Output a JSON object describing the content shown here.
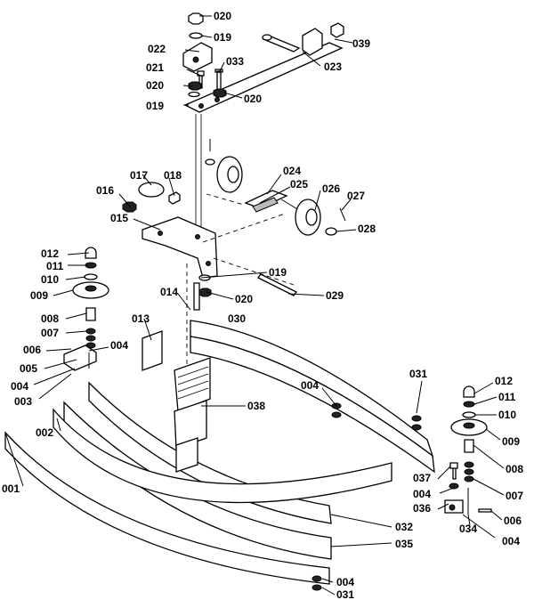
{
  "part_labels": [
    "020",
    "019",
    "022",
    "039",
    "033",
    "021",
    "023",
    "020",
    "020",
    "019",
    "024",
    "017",
    "018",
    "025",
    "016",
    "026",
    "027",
    "015",
    "028",
    "012",
    "011",
    "010",
    "009",
    "019",
    "020",
    "029",
    "014",
    "030",
    "008",
    "013",
    "007",
    "006",
    "004",
    "005",
    "004",
    "003",
    "038",
    "031",
    "004",
    "012",
    "011",
    "010",
    "009",
    "002",
    "008",
    "001",
    "037",
    "004",
    "007",
    "036",
    "006",
    "034",
    "004",
    "032",
    "035",
    "004",
    "031"
  ]
}
